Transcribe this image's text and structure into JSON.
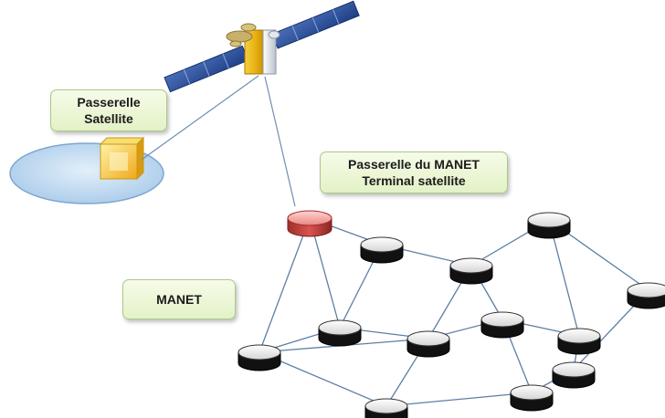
{
  "labels": {
    "gateway_satellite_line1": "Passerelle",
    "gateway_satellite_line2": "Satellite",
    "manet_gateway_line1": "Passerelle du MANET",
    "manet_gateway_line2": "Terminal satellite",
    "manet": "MANET"
  },
  "colors": {
    "link": "#5d7fa3",
    "gateway_node": "#d9534f",
    "node": "#111111",
    "ground_station": "#b8d6f2",
    "label_bg": "#e3f2c6"
  },
  "nodes": [
    {
      "id": "gw",
      "type": "gateway"
    },
    {
      "id": "n1",
      "type": "node"
    },
    {
      "id": "n2",
      "type": "node"
    },
    {
      "id": "n3",
      "type": "node"
    },
    {
      "id": "n4",
      "type": "node"
    },
    {
      "id": "n5",
      "type": "node"
    },
    {
      "id": "n6",
      "type": "node"
    },
    {
      "id": "n7",
      "type": "node"
    },
    {
      "id": "n8",
      "type": "node"
    },
    {
      "id": "n9",
      "type": "node"
    },
    {
      "id": "n10",
      "type": "node"
    },
    {
      "id": "n11",
      "type": "node"
    },
    {
      "id": "n12",
      "type": "node"
    }
  ],
  "links": [
    [
      "gw",
      "n1"
    ],
    [
      "gw",
      "n4"
    ],
    [
      "gw",
      "n5"
    ],
    [
      "n1",
      "n2"
    ],
    [
      "n1",
      "n4"
    ],
    [
      "n2",
      "n3"
    ],
    [
      "n2",
      "n6"
    ],
    [
      "n2",
      "n8"
    ],
    [
      "n3",
      "n11"
    ],
    [
      "n3",
      "n9"
    ],
    [
      "n4",
      "n6"
    ],
    [
      "n4",
      "n5"
    ],
    [
      "n5",
      "n6"
    ],
    [
      "n5",
      "n7"
    ],
    [
      "n6",
      "n7"
    ],
    [
      "n6",
      "n8"
    ],
    [
      "n7",
      "n10"
    ],
    [
      "n8",
      "n9"
    ],
    [
      "n8",
      "n10"
    ],
    [
      "n9",
      "n12"
    ],
    [
      "n10",
      "n12"
    ],
    [
      "n11",
      "n12"
    ]
  ]
}
